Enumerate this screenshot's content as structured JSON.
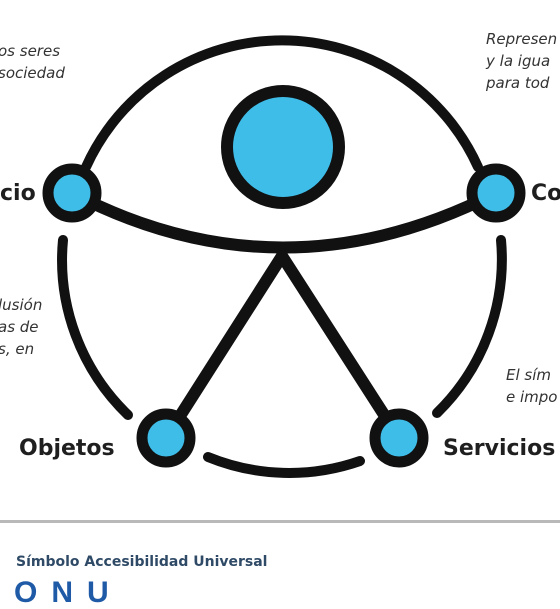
{
  "side_texts": {
    "top_left_1": "os seres",
    "top_left_2": "sociedad",
    "top_right_1": "Represen",
    "top_right_2": "y la igua",
    "top_right_3": "para tod",
    "mid_left_1": "lusión",
    "mid_left_2": "as de",
    "mid_left_3": "s, en",
    "mid_right_1": "El sím",
    "mid_right_2": "e impo"
  },
  "labels": {
    "left_cut": "cio",
    "right_cut": "Co",
    "objetos": "Objetos",
    "servicios": "Servicios"
  },
  "footer": {
    "subtitle": "Símbolo Accesibilidad Universal",
    "org": "ONU"
  },
  "colors": {
    "stroke": "#111111",
    "node_fill": "#3fbde9",
    "footer_title": "#2f4a66",
    "footer_org": "#1f5aa6"
  }
}
